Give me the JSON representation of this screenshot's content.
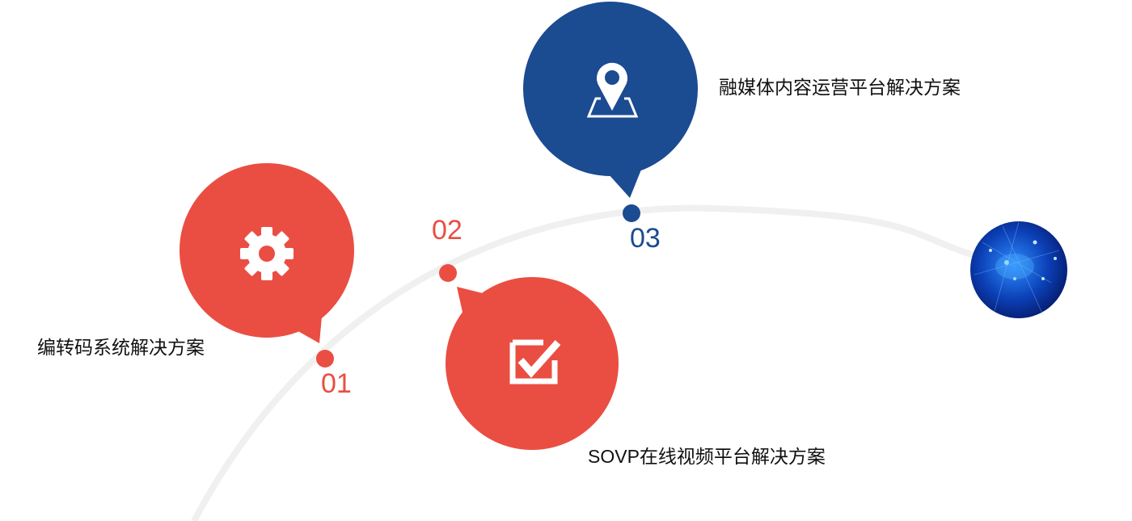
{
  "colors": {
    "red": "#ea4e42",
    "blue": "#1b4b91",
    "arc": "#f0f0f0"
  },
  "steps": [
    {
      "number": "01",
      "label": "编转码系统解决方案",
      "icon": "gear-icon"
    },
    {
      "number": "02",
      "label": "SOVP在线视频平台解决方案",
      "icon": "checkbox-icon"
    },
    {
      "number": "03",
      "label": "融媒体内容运营平台解决方案",
      "icon": "map-pin-icon"
    }
  ]
}
